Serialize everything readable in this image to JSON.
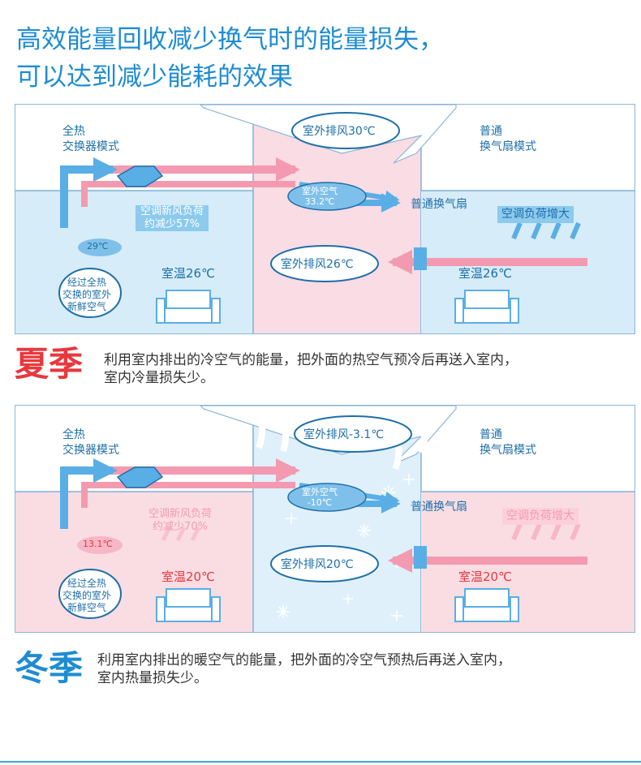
{
  "headline": {
    "line1": "高效能量回收减少换气时的能量损失，",
    "line2": "可以达到减少能耗的效果"
  },
  "colors": {
    "accent_blue": "#1e8cd2",
    "summer_red": "#e8383d",
    "warm_pink": "#f6a8b8",
    "cool_blue": "#7fc0ea"
  },
  "summer": {
    "left_title_1": "全热",
    "left_title_2": "交换器模式",
    "right_title_1": "普通",
    "right_title_2": "换气扇模式",
    "exhaust_top": "室外排风30℃",
    "outdoor_air_1": "室外空气",
    "outdoor_air_2": "33.2℃",
    "fan_label": "普通换气扇",
    "load_reduce_1": "空调新风负荷",
    "load_reduce_2": "约减少57%",
    "load_increase": "空调负荷增大",
    "supply_temp": "29℃",
    "exhaust_mid": "室外排风26℃",
    "room_left": "室温26℃",
    "room_right": "室温26℃",
    "fresh_1": "经过全热",
    "fresh_2": "交换的室外",
    "fresh_3": "新鲜空气",
    "season": "夏季",
    "desc_1": "利用室内排出的冷空气的能量，把外面的热空气预冷后再送入室内，",
    "desc_2": "室内冷量损失少。"
  },
  "winter": {
    "left_title_1": "全热",
    "left_title_2": "交换器模式",
    "right_title_1": "普通",
    "right_title_2": "换气扇模式",
    "exhaust_top": "室外排风-3.1℃",
    "outdoor_air_1": "室外空气",
    "outdoor_air_2": "-10℃",
    "fan_label": "普通换气扇",
    "load_reduce_1": "空调新风负荷",
    "load_reduce_2": "约减少70%",
    "load_increase": "空调负荷增大",
    "supply_temp": "13.1℃",
    "exhaust_mid": "室外排风20℃",
    "room_left": "室温20℃",
    "room_right": "室温20℃",
    "fresh_1": "经过全热",
    "fresh_2": "交换的室外",
    "fresh_3": "新鲜空气",
    "season": "冬季",
    "desc_1": "利用室内排出的暖空气的能量，把外面的冷空气预热后再送入室内，",
    "desc_2": "室内热量损失少。"
  }
}
